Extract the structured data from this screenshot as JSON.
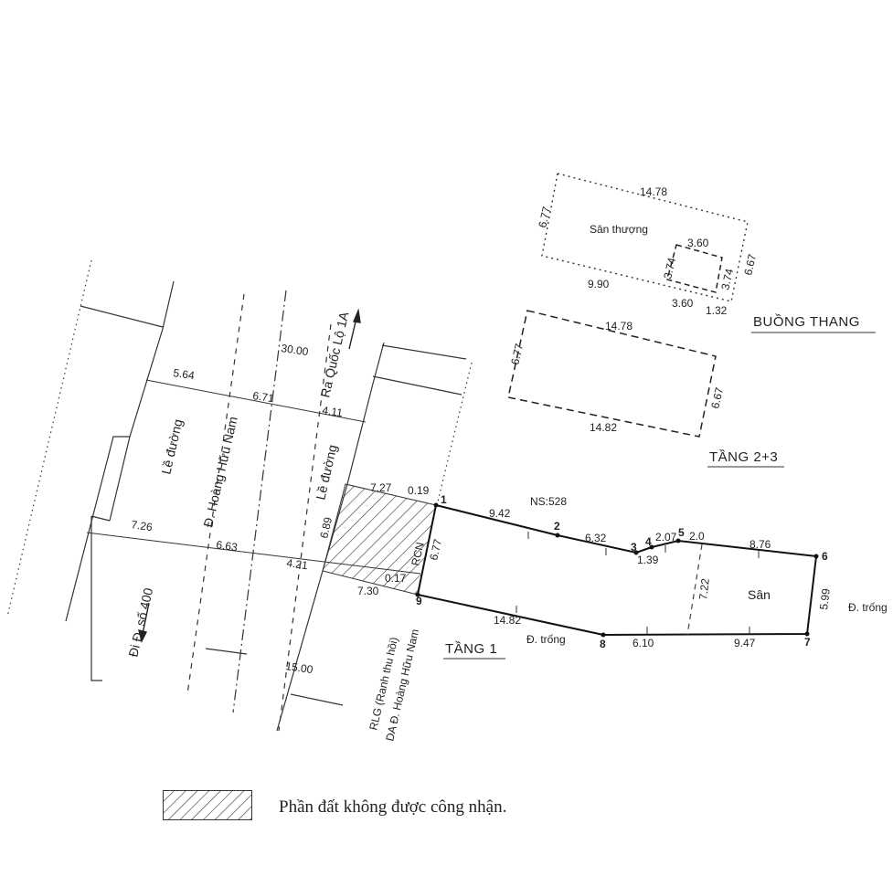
{
  "sections": {
    "rooftop": "Sân thượng",
    "stair": "BUỒNG THANG",
    "floor23": "TẦNG 2+3",
    "floor1": "TẦNG 1",
    "yard": "Sân",
    "empty_land_1": "Đ. trống",
    "empty_land_2": "Đ. trống",
    "rcn": "RCN",
    "ns": "NS:528"
  },
  "streets": {
    "sidewalk_left": "Lề đường",
    "street_name": "Đ. Hoàng Hữu Nam",
    "sidewalk_right": "Lề đường",
    "to_highway": "Ra Quốc Lộ 1A",
    "to_road400": "Đi Đ. số 400",
    "rlg": "RLG (Ranh thu hồi)",
    "da": "DA Đ. Hoàng Hữu Nam"
  },
  "rooftop_dims": {
    "top": "14.78",
    "left": "6.77",
    "right": "6.67",
    "bottom": "9.90",
    "inner_top": "3.60",
    "inner_left": "3.74",
    "inner_right": "3.74",
    "inner_bottom": "3.60",
    "inner_offset": "1.32"
  },
  "floor23_dims": {
    "top": "14.78",
    "left": "6.77",
    "right": "6.67",
    "bottom": "14.82"
  },
  "road_dims": {
    "width_top": "30.00",
    "d564": "5.64",
    "d671": "6.71",
    "d411": "4.11",
    "d726": "7.26",
    "d663": "6.63",
    "d421": "4.21",
    "width_bottom": "15.00"
  },
  "lot_dims": {
    "d727": "7.27",
    "d019": "0.19",
    "d689": "6.89",
    "d677": "6.77",
    "d017": "0.17",
    "d730": "7.30",
    "e12": "9.42",
    "e23": "6.32",
    "e34": "1.39",
    "e45": "2.07",
    "e56a": "2.0",
    "e56b": "8.76",
    "e67": "5.99",
    "e78a": "6.10",
    "e78b": "9.47",
    "e89": "14.82",
    "inner": "7.22"
  },
  "vertices": [
    "1",
    "2",
    "3",
    "4",
    "5",
    "6",
    "7",
    "8",
    "9"
  ],
  "legend": {
    "label": "Phần đất không được công nhận."
  }
}
